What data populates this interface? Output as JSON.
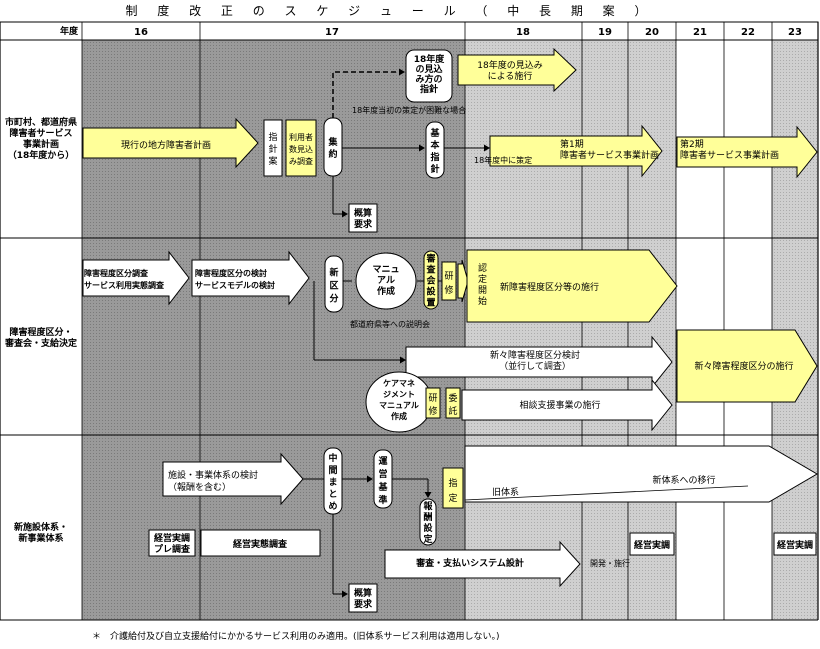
{
  "title": "制 度 改 正 の ス ケ ジ ュ ー ル （ 中 長 期 案 ）",
  "header": {
    "corner": "年度",
    "years": [
      "16",
      "17",
      "18",
      "19",
      "20",
      "21",
      "22",
      "23"
    ]
  },
  "rows": [
    [
      "市町村、都道府県",
      "障害者サービス",
      "事業計画",
      "（18年度から）"
    ],
    [
      "障害程度区分・",
      "審査会・支給決定"
    ],
    [
      "新施設体系・",
      "新事業体系"
    ]
  ],
  "labels": {
    "current_plan": "現行の地方障害者計画",
    "shishin_an": [
      "指",
      "針",
      "案"
    ],
    "riyosha": [
      "利用者",
      "数見込",
      "み調査"
    ],
    "shuyaku": [
      "集",
      "約"
    ],
    "h18_guidance": [
      "18年度",
      "の見込",
      "み方の",
      "指針"
    ],
    "h18_enforce": [
      "18年度の見込み",
      "による施行"
    ],
    "h18_note": "18年度当初の策定が困難な場合",
    "kihon_shishin": [
      "基",
      "本",
      "指",
      "針"
    ],
    "h18_mid": "18年度中に策定",
    "plan1": [
      "第1期",
      "障害者サービス事業計画"
    ],
    "plan2": [
      "第2期",
      "障害者サービス事業計画"
    ],
    "gaisan1": [
      "概算",
      "要求"
    ],
    "survey": [
      "障害程度区分調査",
      "サービス利用実態調査"
    ],
    "model": [
      "障害程度区分の検討",
      "サービスモデルの検討"
    ],
    "shin_kubun": [
      "新",
      "区",
      "分"
    ],
    "manual": [
      "マニュ",
      "アル",
      "作成"
    ],
    "shinsakai": [
      "審",
      "査",
      "会",
      "設",
      "置"
    ],
    "kenshu": [
      "研",
      "修"
    ],
    "nintei": [
      "認",
      "定",
      "開",
      "始"
    ],
    "new_kubun": "新障害程度区分等の施行",
    "explain": "都道府県等への説明会",
    "newnew_review": [
      "新々障害程度区分検討",
      "（並行して調査）"
    ],
    "newnew_enforce": "新々障害程度区分の施行",
    "care_manual": [
      "ケアマネ",
      "ジメント",
      "マニュアル",
      "作成"
    ],
    "kenshu2": [
      "研",
      "修"
    ],
    "itaku": [
      "委",
      "託"
    ],
    "soudan": "相談支援事業の施行",
    "facility_review": [
      "施設・事業体系の検討",
      "（報酬を含む）"
    ],
    "chukan": [
      "中",
      "間",
      "ま",
      "と",
      "め"
    ],
    "unei": [
      "運",
      "営",
      "基",
      "準"
    ],
    "housyu": [
      "報",
      "酬",
      "設",
      "定"
    ],
    "shitei": [
      "指",
      "定"
    ],
    "transition": "新体系への移行",
    "old_system": "旧体系",
    "pre_survey": [
      "経営実調",
      "プレ調査"
    ],
    "mgmt_survey": "経営実態調査",
    "keiei1": "経営実調",
    "keiei2": "経営実調",
    "system_design": "審査・支払いシステム設計",
    "dev_enforce": "開発・施行",
    "gaisan2": [
      "概算",
      "要求"
    ]
  },
  "colors": {
    "yellow": "#ffff99",
    "gray_dark": "#a0a0a0",
    "gray_light": "#c8c8c8",
    "white": "#ffffff"
  },
  "footnote": "＊　介護給付及び自立支援給付にかかるサービス利用のみ適用。(旧体系サービス利用は適用しない。)"
}
